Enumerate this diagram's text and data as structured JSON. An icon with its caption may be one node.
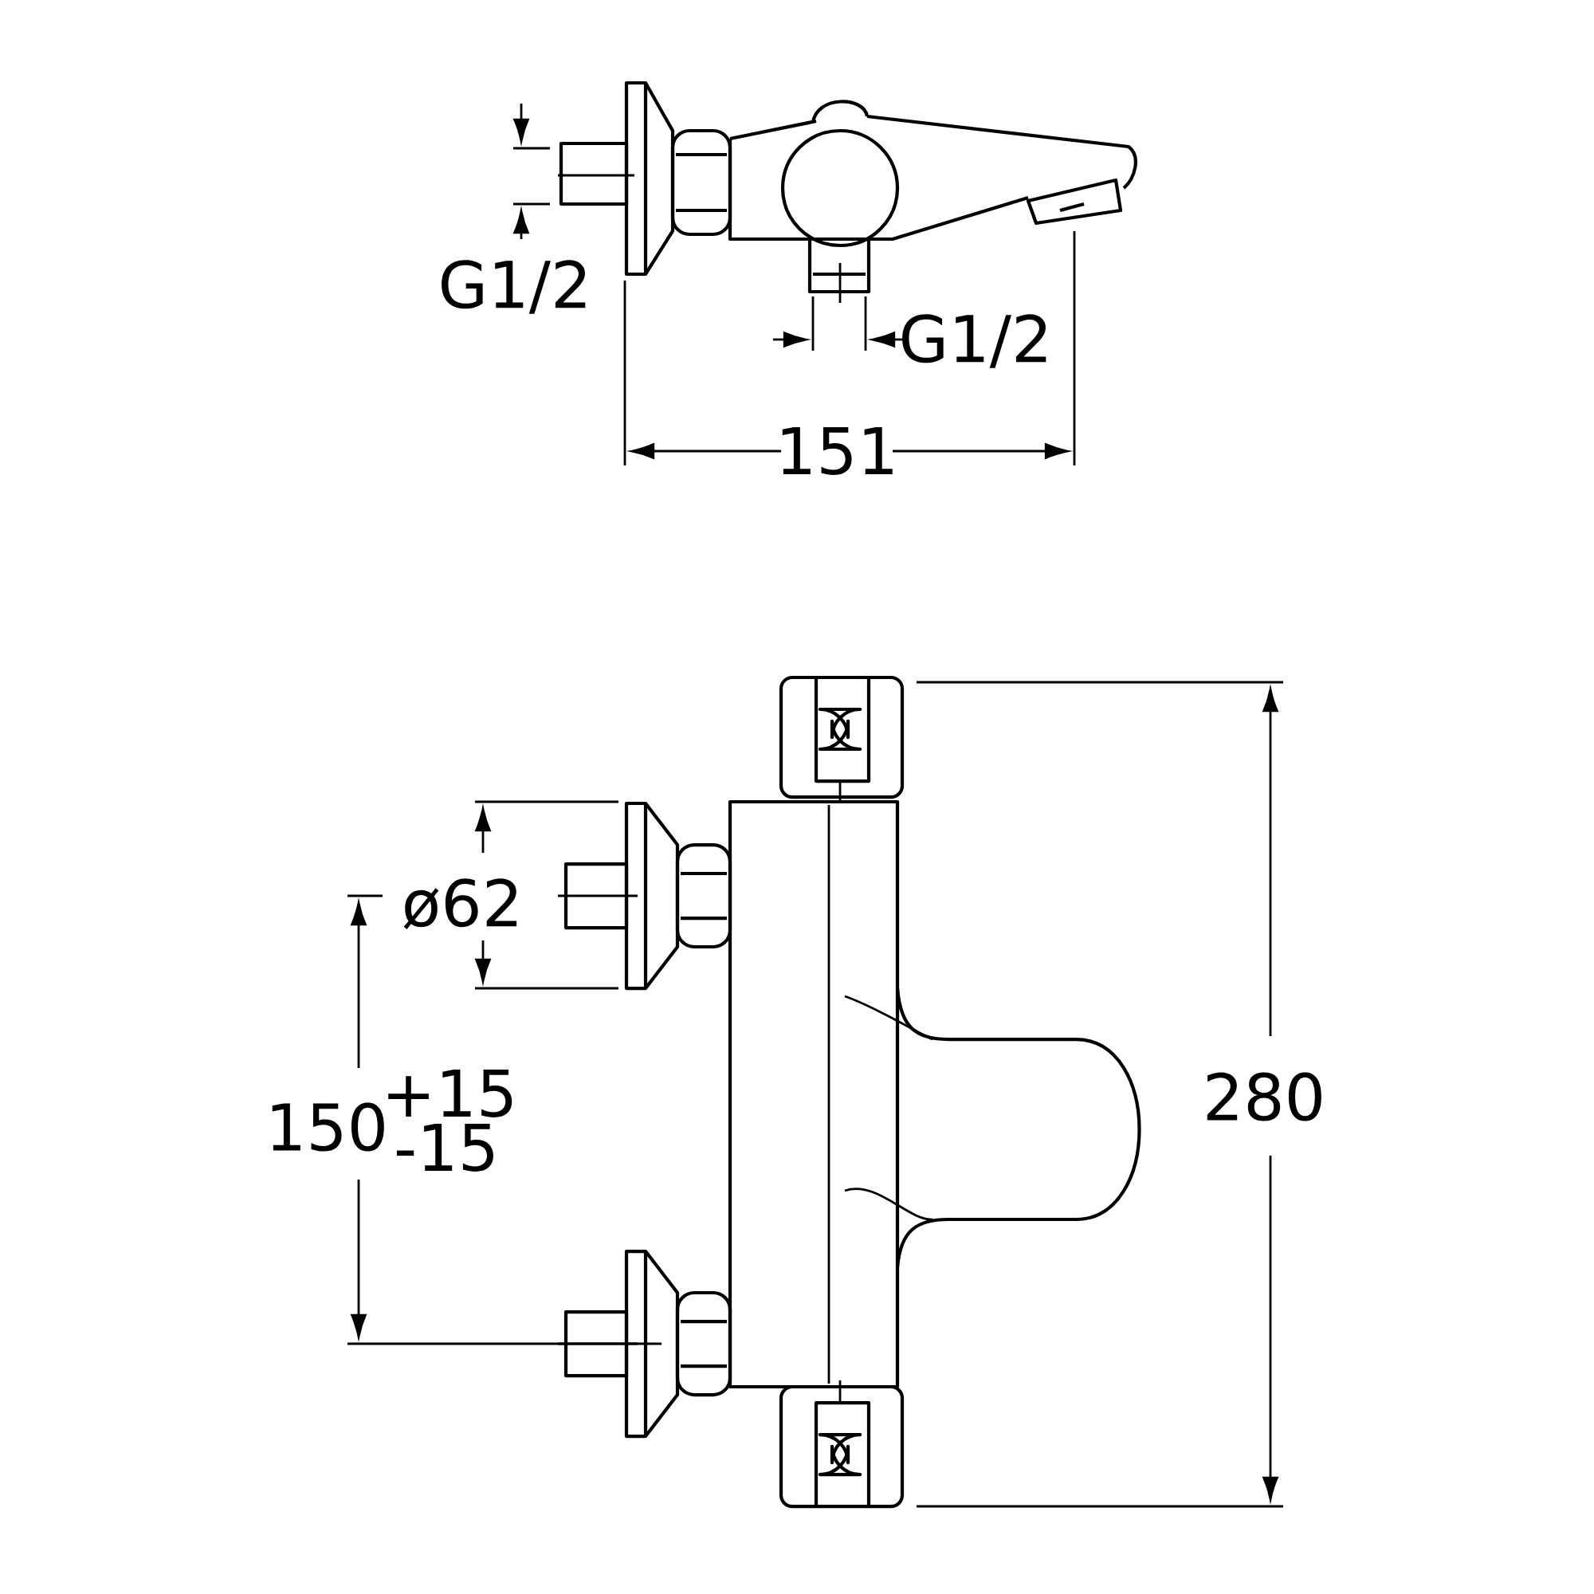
{
  "diagram": {
    "labels": [
      "G1/2",
      "G1/2",
      "151",
      "ø62",
      "150",
      "+15",
      "-15",
      "280"
    ]
  }
}
